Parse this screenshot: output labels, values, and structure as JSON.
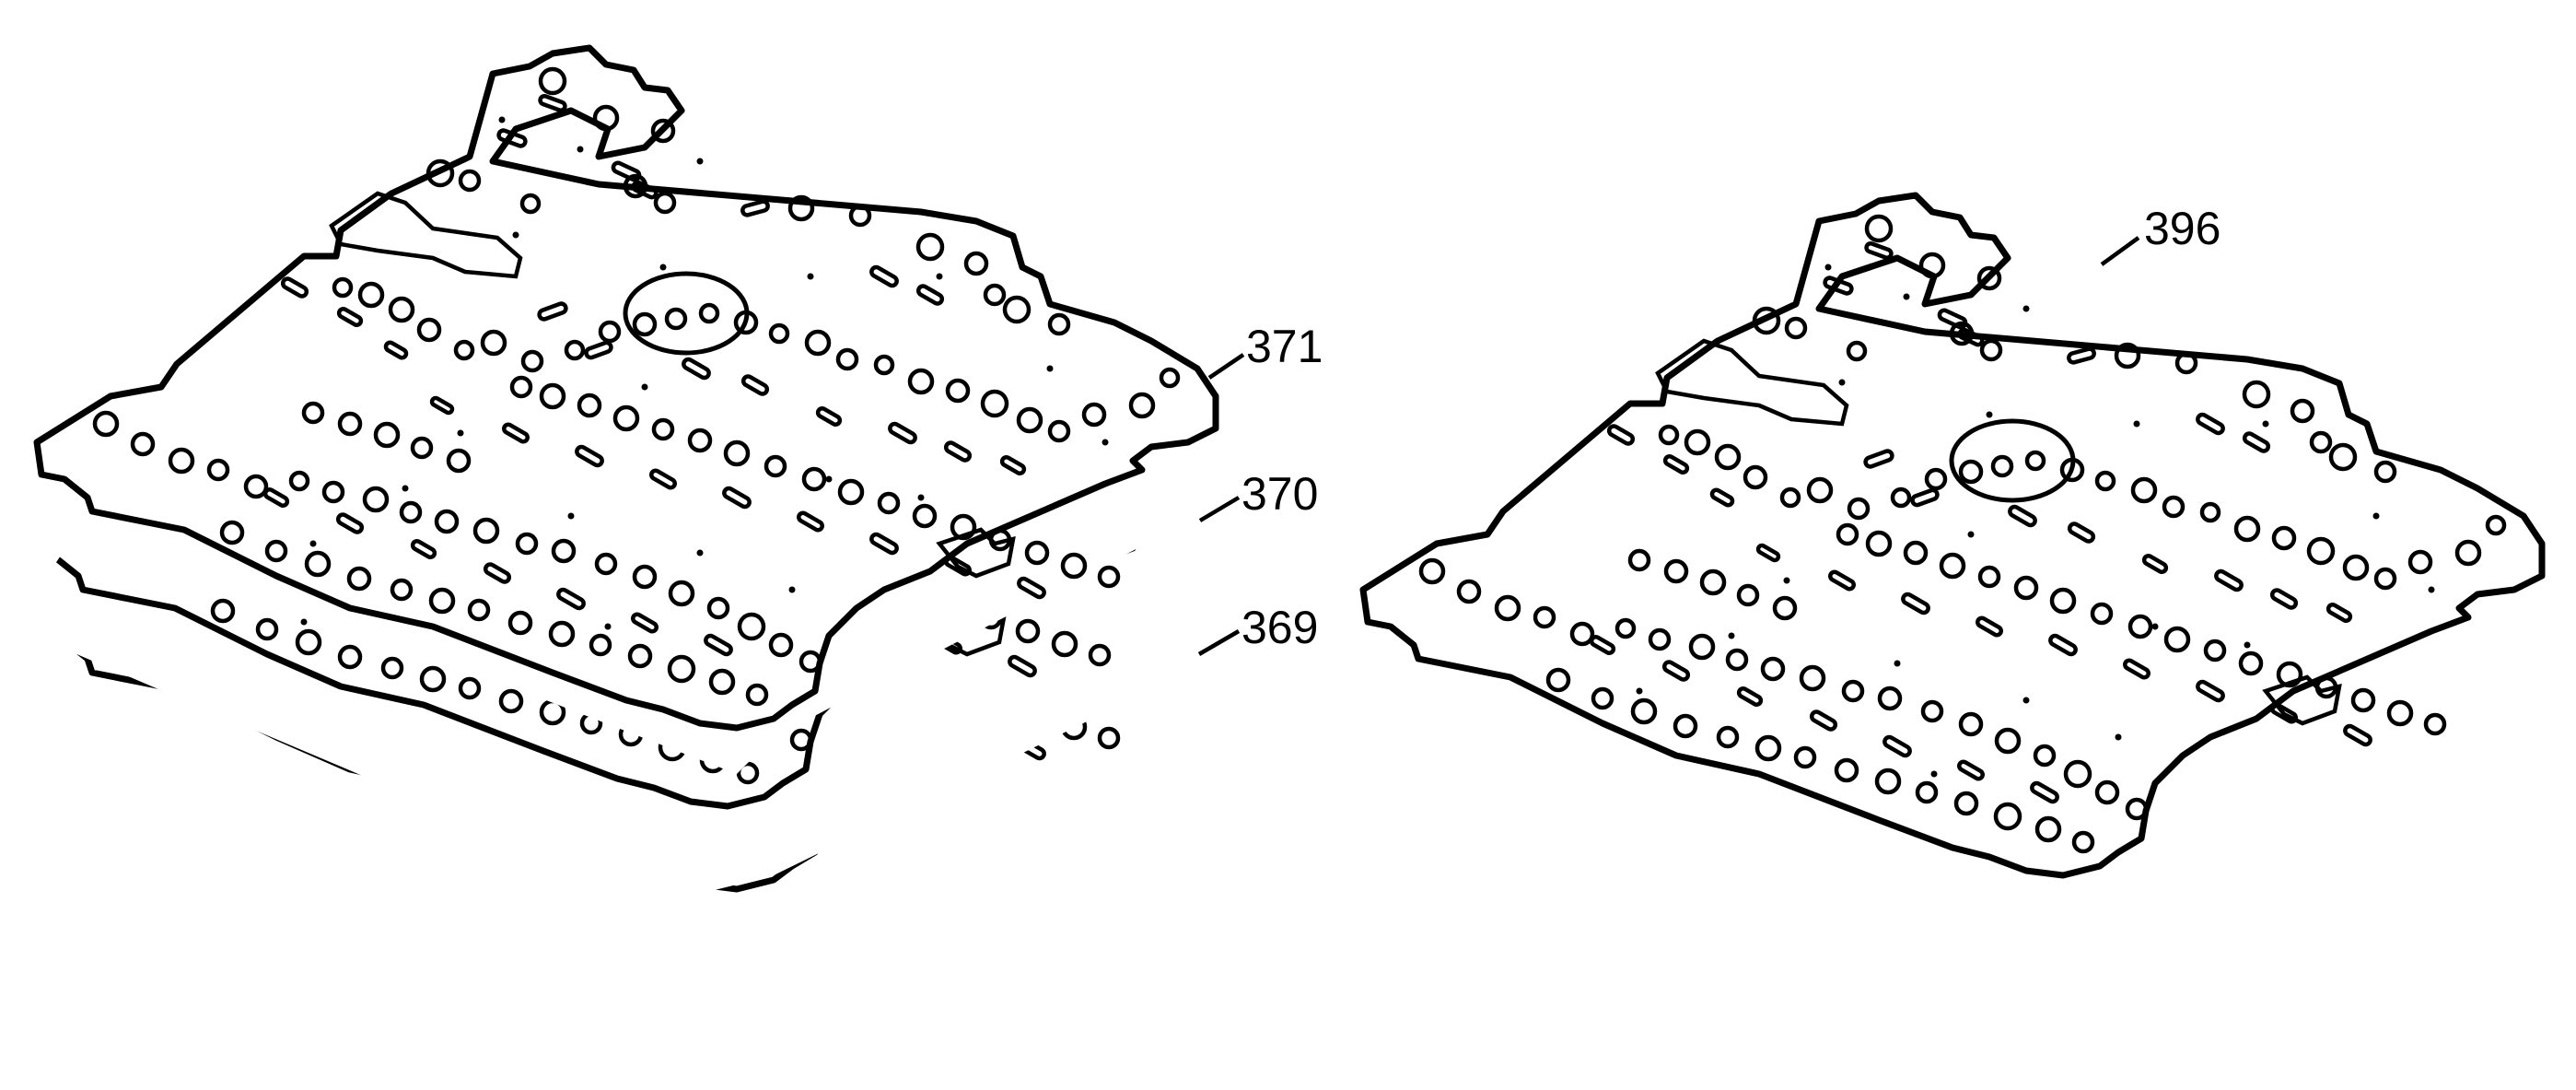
{
  "figure": {
    "background": "#ffffff",
    "ink": "#000000",
    "callouts": [
      {
        "id": "plate-369",
        "label": "369"
      },
      {
        "id": "plate-370",
        "label": "370"
      },
      {
        "id": "plate-371",
        "label": "371"
      },
      {
        "id": "plate-396",
        "label": "396"
      }
    ]
  }
}
